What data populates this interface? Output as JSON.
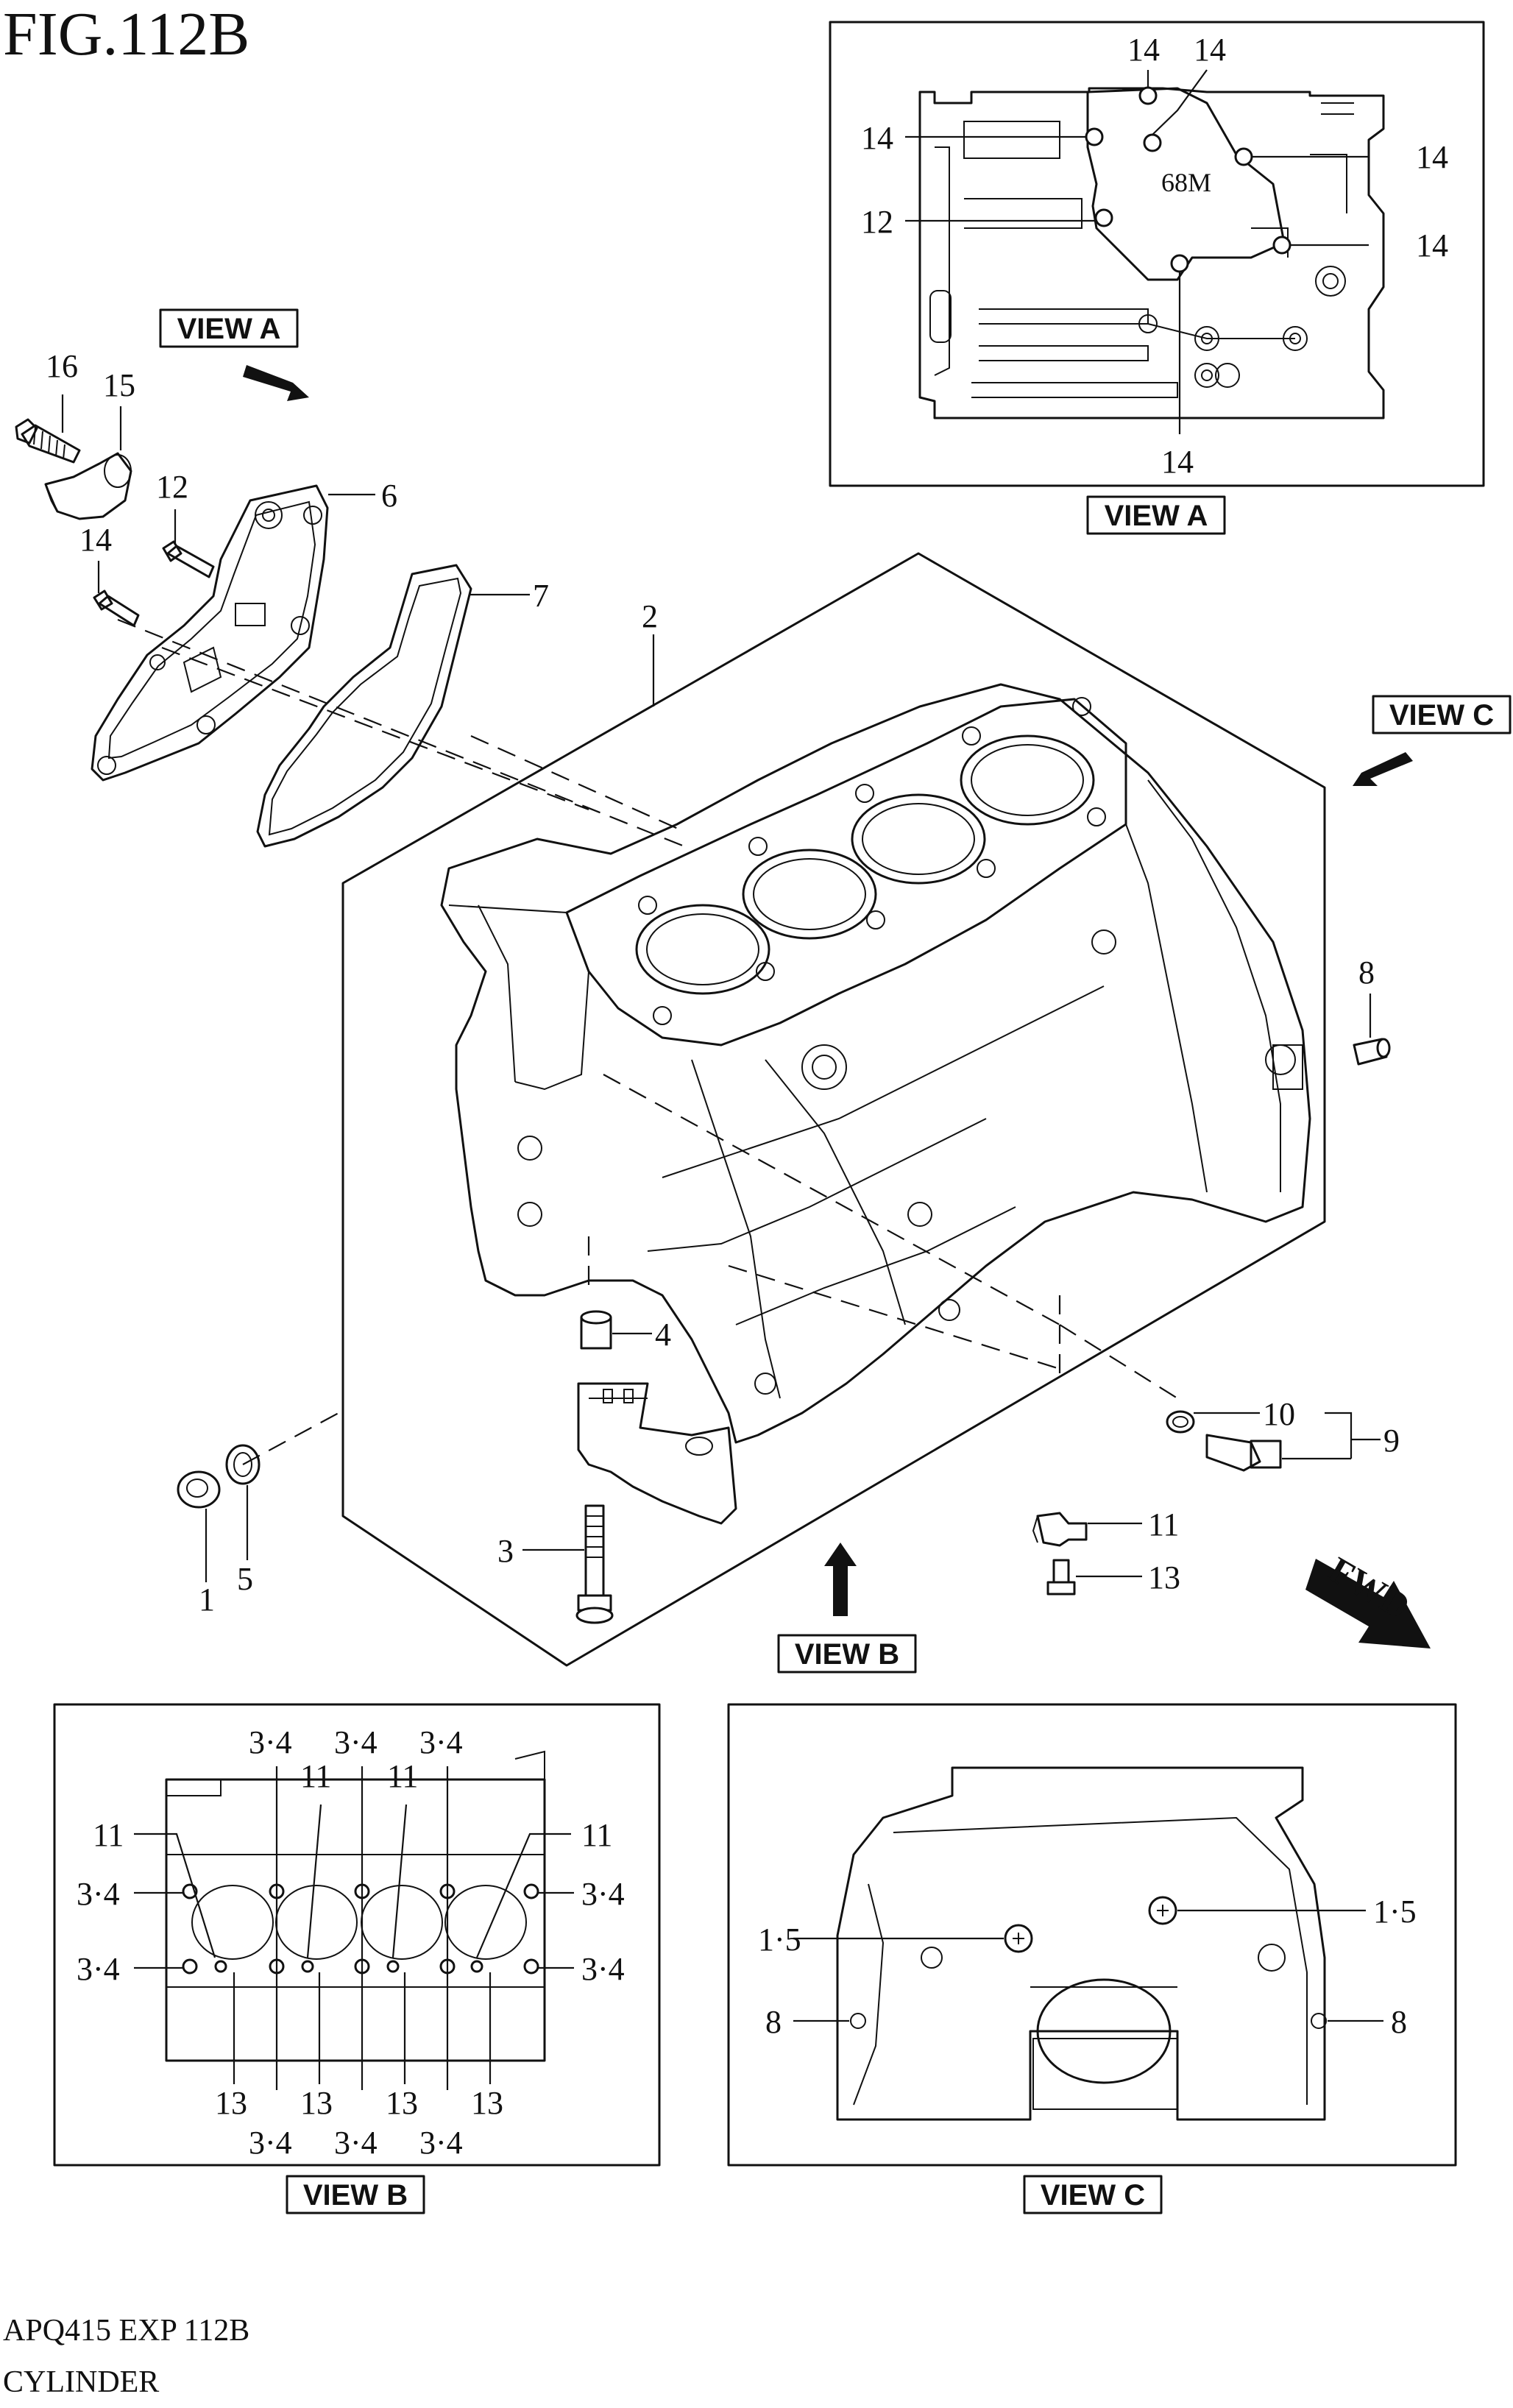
{
  "figure": {
    "title": "FIG.112B",
    "code": "APQ415 EXP 112B",
    "name": "CYLINDER"
  },
  "view_labels": {
    "view_a": "VIEW A",
    "view_b": "VIEW B",
    "view_c": "VIEW C",
    "fwd": "FWD"
  },
  "stamp_text": "68M",
  "callouts": {
    "main": [
      "1",
      "2",
      "3",
      "4",
      "5",
      "6",
      "7",
      "8",
      "9",
      "10",
      "11",
      "12",
      "13",
      "14",
      "15",
      "16"
    ],
    "view_a": [
      "14",
      "14",
      "14",
      "14",
      "12",
      "14",
      "14"
    ],
    "view_b": [
      "3·4",
      "3·4",
      "3·4",
      "11",
      "11",
      "11",
      "11",
      "3·4",
      "3·4",
      "3·4",
      "3·4",
      "13",
      "13",
      "13",
      "13",
      "3·4",
      "3·4",
      "3·4"
    ],
    "view_c": [
      "1·5",
      "1·5",
      "8",
      "8"
    ]
  }
}
